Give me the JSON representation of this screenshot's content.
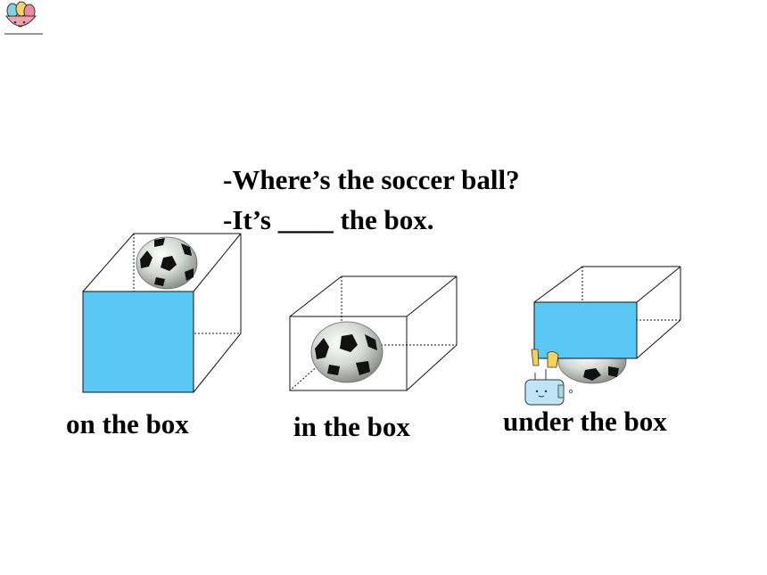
{
  "slide": {
    "question_line1": "-Where’s the soccer ball?",
    "question_line2": "-It’s ____ the box."
  },
  "panels": [
    {
      "label": "on the box"
    },
    {
      "label": "in the box"
    },
    {
      "label": "under the box"
    }
  ],
  "colors": {
    "box_face": "#5ac8f5",
    "box_stroke": "#111111",
    "text": "#000000"
  },
  "icons": [
    "egg-basket-icon",
    "soccer-ball-icon",
    "toaster-icon"
  ]
}
